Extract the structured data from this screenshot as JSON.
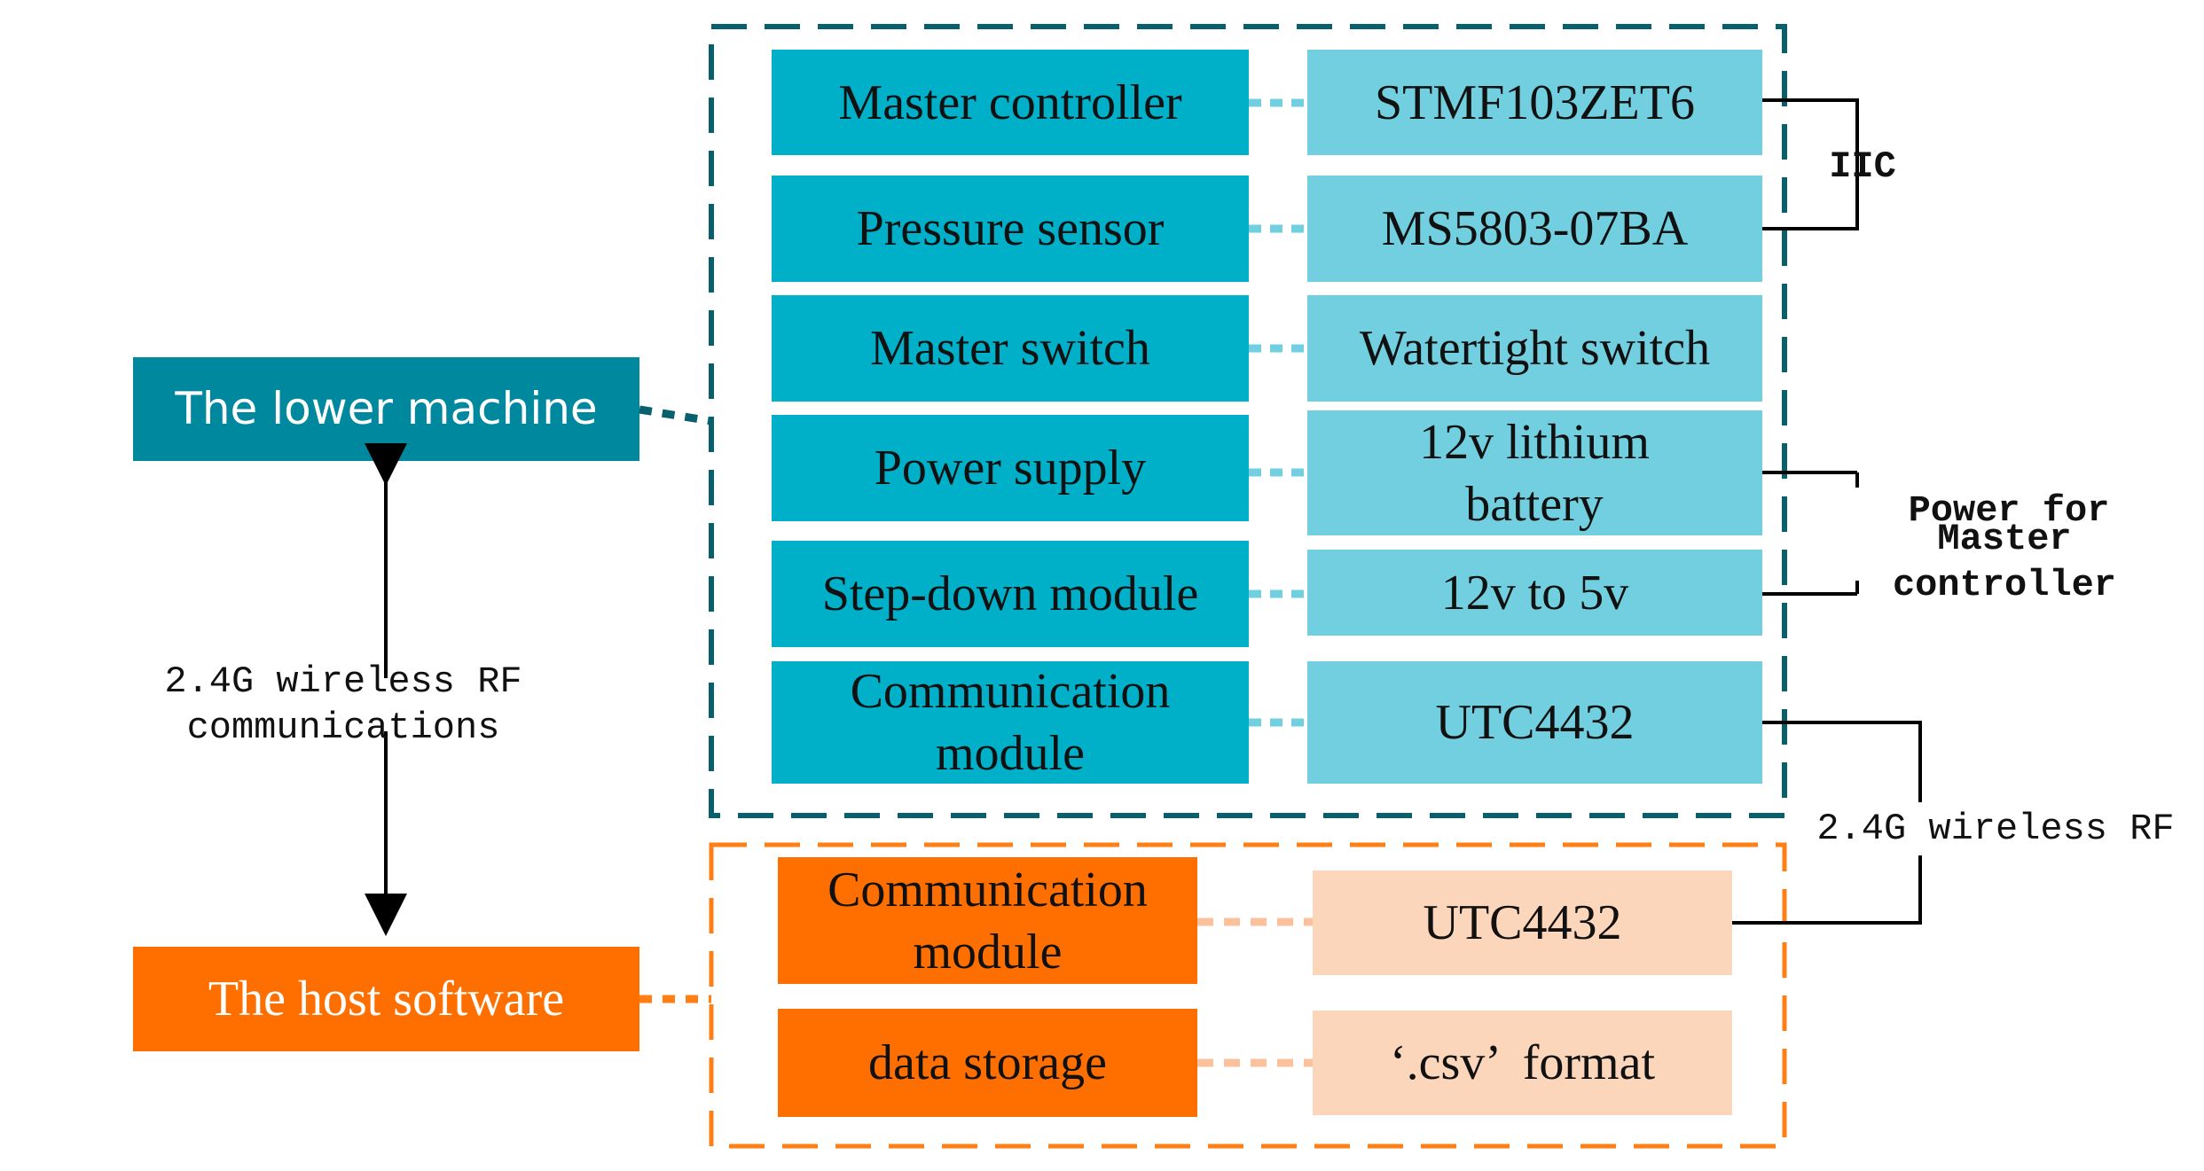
{
  "colors": {
    "teal_dark": "#00899e",
    "teal_mid": "#00afc8",
    "teal_light": "#72cfdf",
    "teal_border": "#07606c",
    "teal_connector": "#72cfdf",
    "orange_dark": "#ff6f00",
    "orange_light": "#fcd6bb",
    "orange_border": "#ff7f14",
    "orange_connector": "#fbc19c",
    "line": "#000000"
  },
  "lower_machine": {
    "label": "The lower machine",
    "rows": [
      {
        "function": "Master controller",
        "component": "STMF103ZET6"
      },
      {
        "function": "Pressure sensor",
        "component": "MS5803-07BA"
      },
      {
        "function": "Master switch",
        "component": "Watertight switch"
      },
      {
        "function": "Power supply",
        "component": "12v lithium battery"
      },
      {
        "function": "Step-down module",
        "component": "12v to 5v"
      },
      {
        "function": "Communication module",
        "component": "UTC4432"
      }
    ]
  },
  "host_software": {
    "label": "The host software",
    "rows": [
      {
        "function": "Communication module",
        "component": "UTC4432"
      },
      {
        "function": "data storage",
        "component": "‘.csv’  format"
      }
    ]
  },
  "annotations": {
    "iic": "IIC",
    "power_for": "Power for",
    "master_controller": "Master controller",
    "wireless_rf": "2.4G wireless RF",
    "wireless_comm": "2.4G wireless RF communications"
  }
}
